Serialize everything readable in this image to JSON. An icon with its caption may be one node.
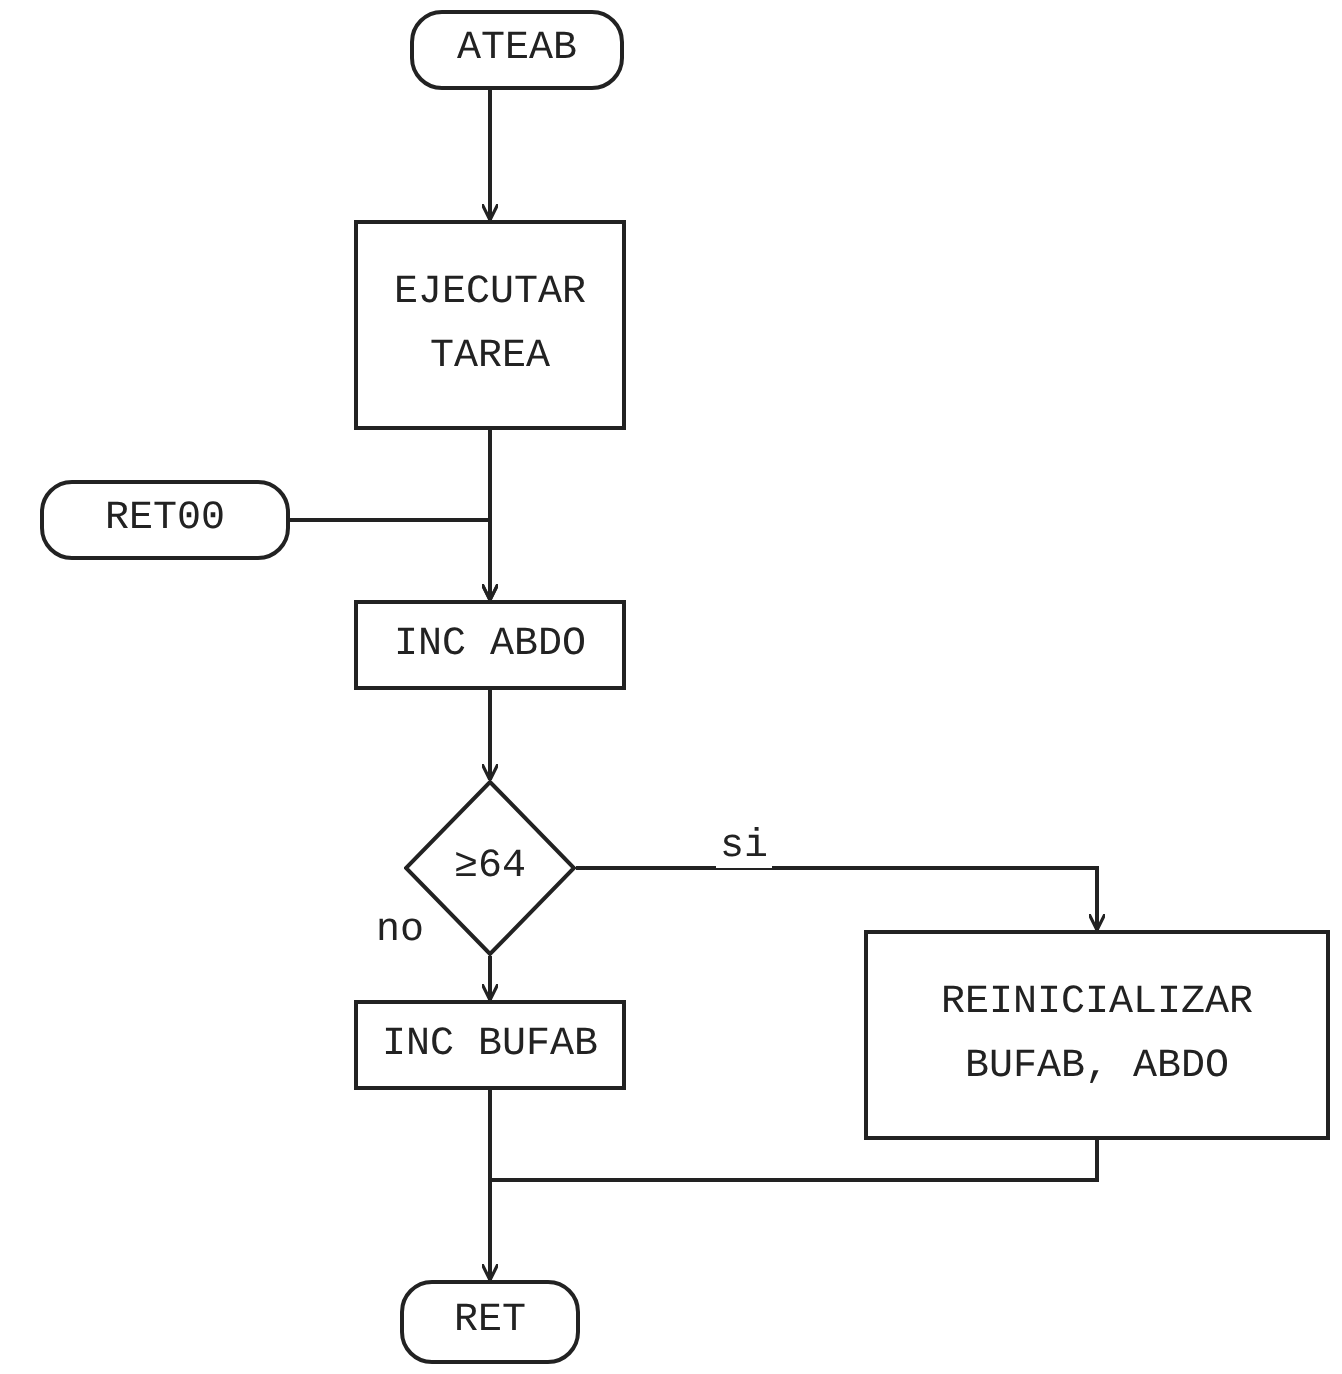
{
  "diagram": {
    "nodes": [
      {
        "text": [
          "ATEAB"
        ]
      },
      {
        "text": [
          "EJECUTAR TAREA"
        ]
      },
      {
        "text": [
          "RET00"
        ]
      },
      {
        "text": [
          "INC ABDO"
        ]
      },
      {
        "text": [
          "≥64"
        ]
      },
      {
        "text": [
          "INC BUFAB"
        ]
      },
      {
        "text": [
          "REINICIALIZAR BUFAB, ABDO"
        ]
      },
      {
        "text": [
          "RET"
        ]
      }
    ],
    "edges": [
      {
        "from": 0,
        "to": 1,
        "arrow": "to"
      },
      {
        "from": 1,
        "to": 3,
        "arrow": "to"
      },
      {
        "from": 2,
        "to": 3,
        "arrow": "to"
      },
      {
        "from": 3,
        "to": 4,
        "arrow": "to"
      },
      {
        "from": 4,
        "to": 5,
        "arrow": "to",
        "label": "no"
      },
      {
        "from": 4,
        "to": 6,
        "arrow": "to",
        "label": "si"
      },
      {
        "from": 5,
        "to": 7,
        "arrow": "none"
      },
      {
        "from": 6,
        "to": 7,
        "arrow": "to"
      }
    ]
  }
}
